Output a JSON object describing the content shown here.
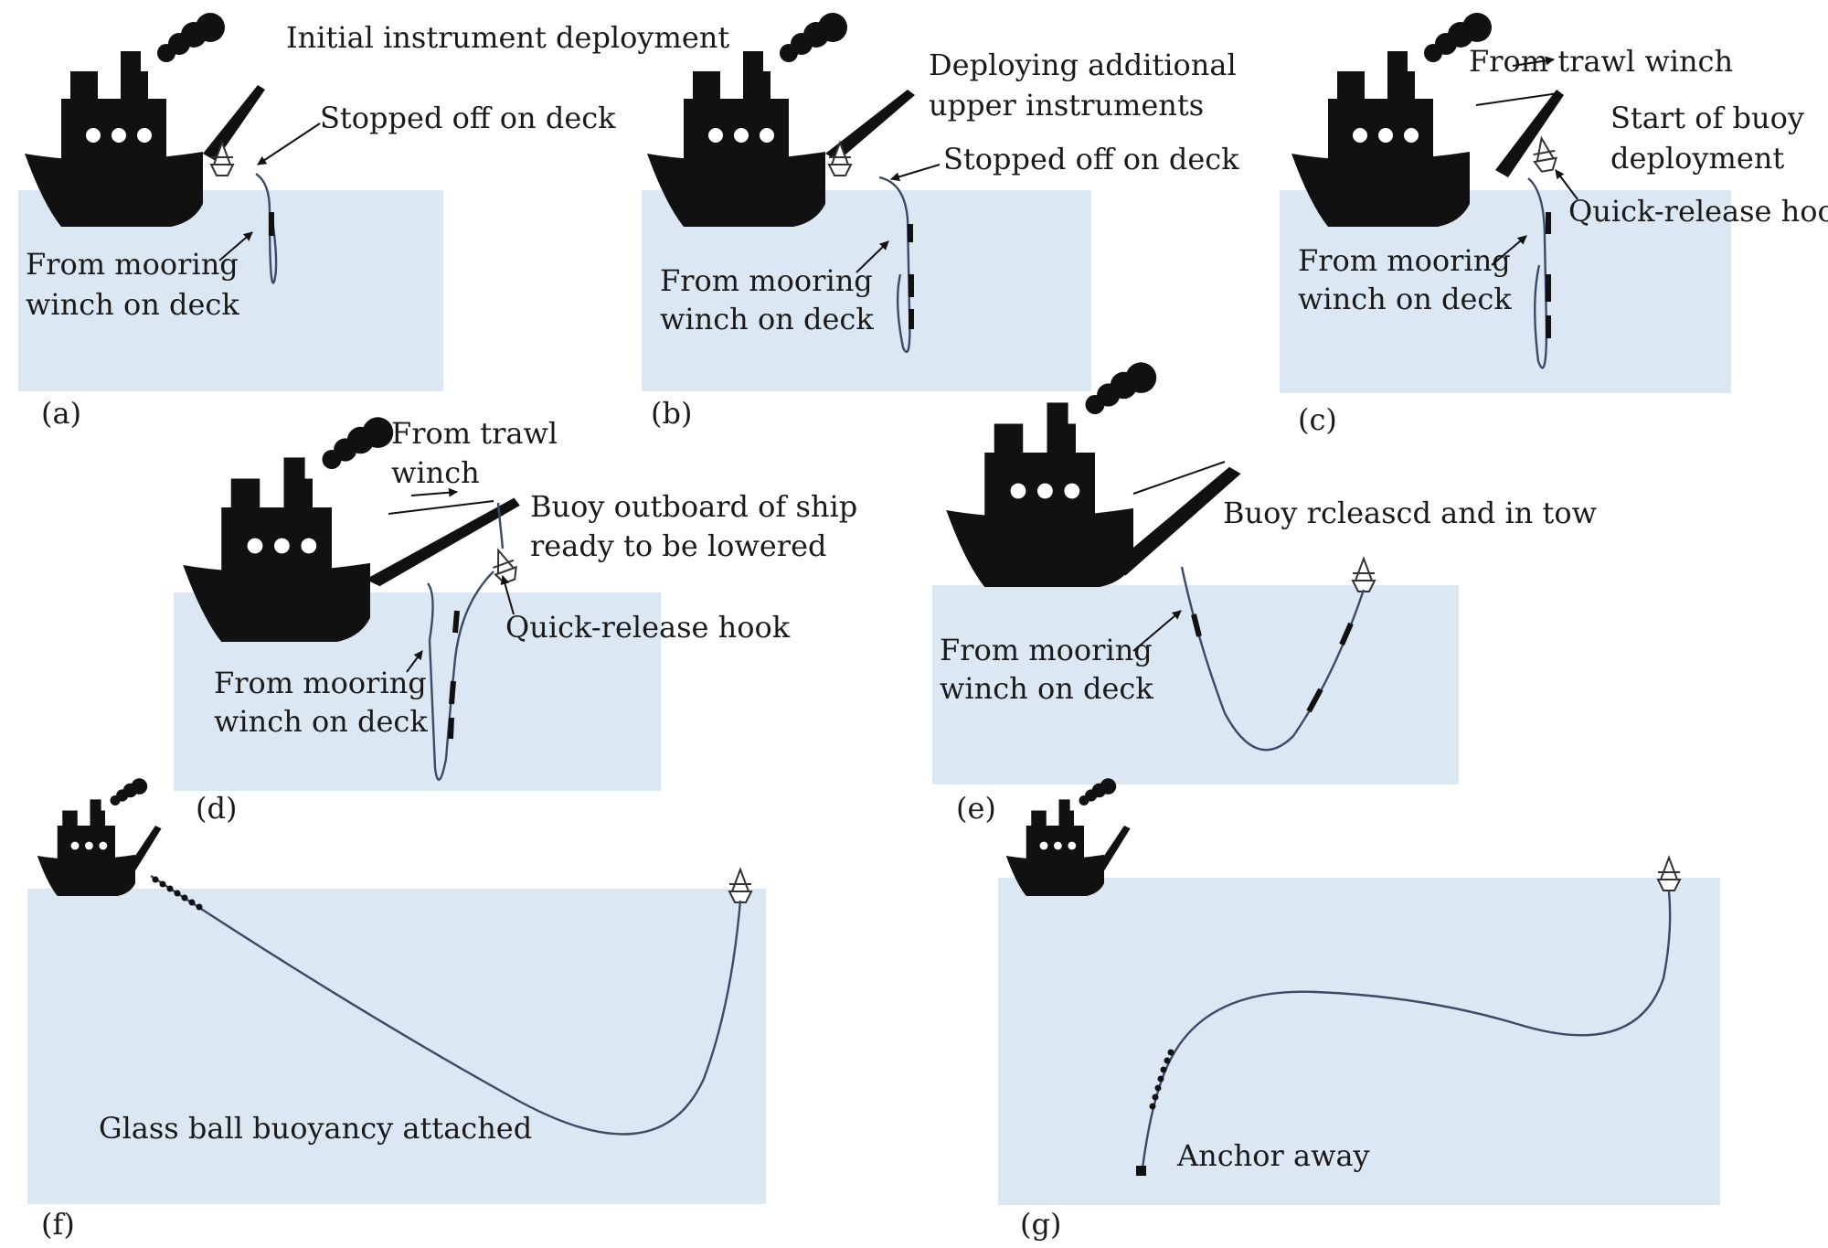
{
  "panels": [
    {
      "id": "a",
      "panel_label": "(a)",
      "labels": [
        "Initial instrument deployment",
        "Stopped off on deck",
        "From mooring",
        "winch on deck"
      ]
    },
    {
      "id": "b",
      "panel_label": "(b)",
      "labels": [
        "Deploying additional",
        "upper instruments",
        "Stopped off on deck",
        "From mooring",
        "winch on deck"
      ]
    },
    {
      "id": "c",
      "panel_label": "(c)",
      "labels": [
        "From trawl winch",
        "Start of buoy",
        "deployment",
        "Quick-release hook",
        "From mooring",
        "winch on deck"
      ]
    },
    {
      "id": "d",
      "panel_label": "(d)",
      "labels": [
        "From trawl",
        "winch",
        "Buoy outboard of ship",
        "ready to be lowered",
        "Quick-release hook",
        "From mooring",
        "winch on deck"
      ]
    },
    {
      "id": "e",
      "panel_label": "(e)",
      "labels": [
        "Buoy rcleascd and in tow",
        "From mooring",
        "winch on deck"
      ]
    },
    {
      "id": "f",
      "panel_label": "(f)",
      "labels": [
        "Glass ball buoyancy attached"
      ]
    },
    {
      "id": "g",
      "panel_label": "(g)",
      "labels": [
        "Anchor away"
      ]
    }
  ],
  "colors": {
    "water": "#dce7f4",
    "ship": "#111111",
    "mooring_line": "#3b4a66"
  },
  "icons": [
    "ship-icon",
    "buoy-icon",
    "anchor-icon",
    "instrument-icon",
    "glass-ball-icon"
  ]
}
